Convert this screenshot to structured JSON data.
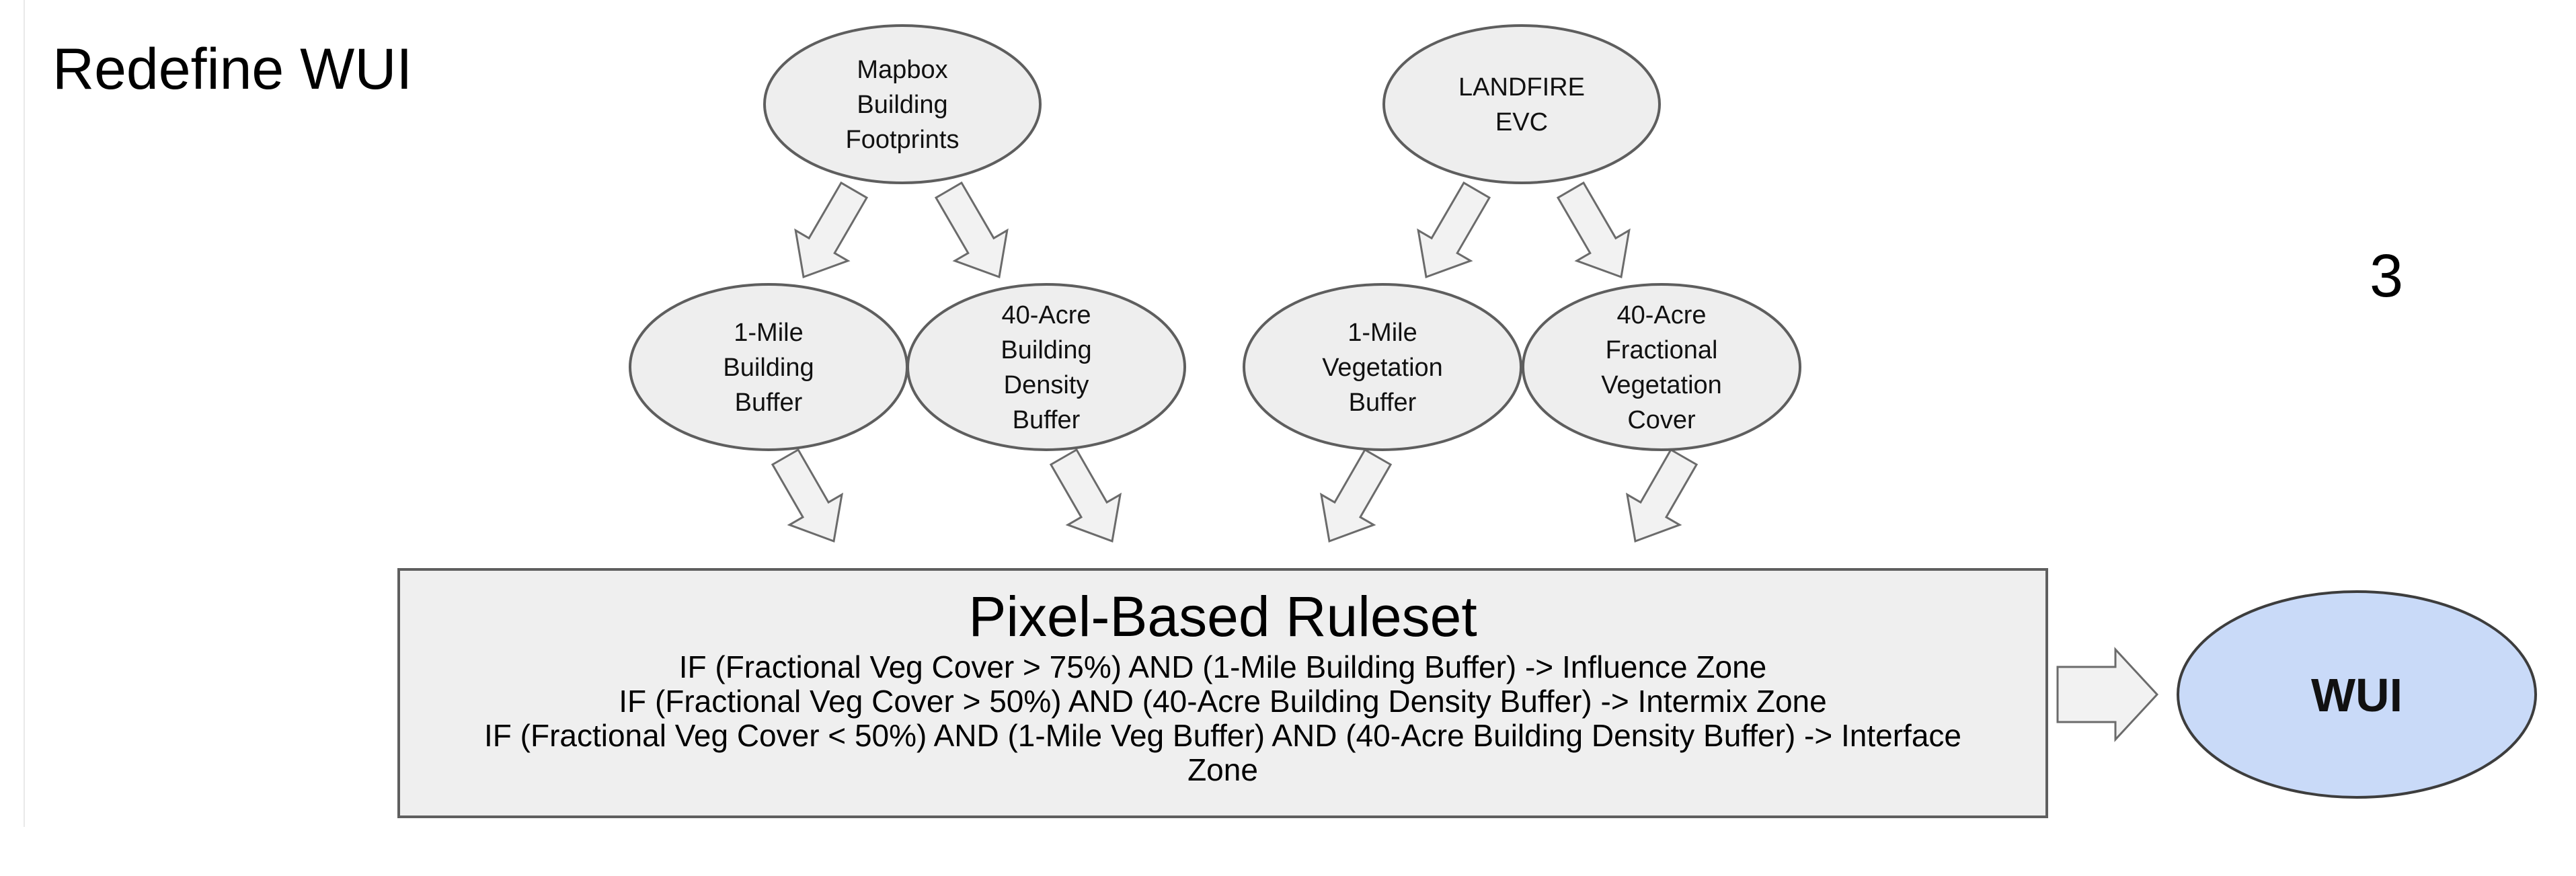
{
  "slide": {
    "title": "Redefine WUI",
    "page_number": "3"
  },
  "sources": [
    {
      "lines": [
        "Mapbox",
        "Building",
        "Footprints"
      ]
    },
    {
      "lines": [
        "LANDFIRE",
        "EVC"
      ]
    }
  ],
  "derived": [
    {
      "lines": [
        "1-Mile",
        "Building",
        "Buffer"
      ]
    },
    {
      "lines": [
        "40-Acre",
        "Building",
        "Density",
        "Buffer"
      ]
    },
    {
      "lines": [
        "1-Mile",
        "Vegetation",
        "Buffer"
      ]
    },
    {
      "lines": [
        "40-Acre",
        "Fractional",
        "Vegetation",
        "Cover"
      ]
    }
  ],
  "ruleset": {
    "title": "Pixel-Based Ruleset",
    "rules": [
      "IF (Fractional Veg Cover > 75%) AND (1-Mile Building Buffer) -> Influence Zone",
      "IF (Fractional Veg Cover > 50%) AND (40-Acre Building Density Buffer) -> Intermix Zone",
      "IF (Fractional Veg Cover < 50%) AND (1-Mile Veg Buffer) AND (40-Acre Building Density Buffer) -> Interface",
      "Zone"
    ]
  },
  "output": {
    "label": "WUI"
  },
  "colors": {
    "node_fill": "#eeeeee",
    "node_stroke": "#5e5e5e",
    "arrow_fill": "#f2f2f2",
    "arrow_stroke": "#6b6b6b",
    "ruleset_fill": "#efefef",
    "output_fill": "#c9daf8",
    "output_stroke": "#3d3d3d"
  }
}
